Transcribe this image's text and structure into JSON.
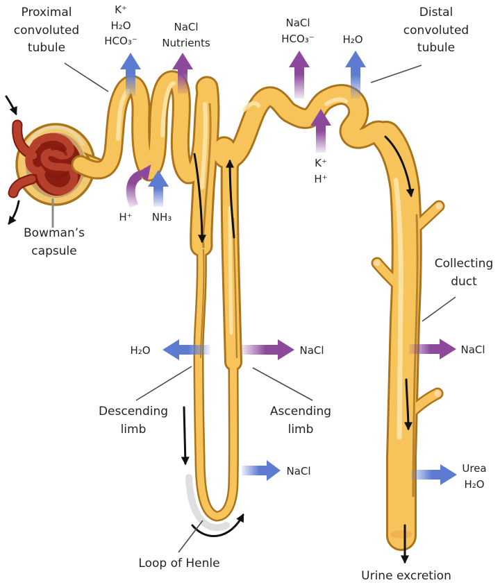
{
  "title": "Nephron diagram",
  "palette": {
    "tube_fill": "#f7c45c",
    "tube_outline": "#aa741c",
    "tube_highlight": "#fde7ae",
    "tube_shadow": "#8a5a12",
    "duct_tip": "#ffd9a1",
    "arrow_blue": "#5d7bd0",
    "arrow_purple": "#8d4a9c",
    "vessel_red": "#b5402c",
    "vessel_dark": "#7e180c",
    "glomerulus": "#8a1d10",
    "capsule_ring": "#f2c96f",
    "capsule_inner": "#c99f6a",
    "flow_arrow": "#111111",
    "label_color": "#232323",
    "leader_line": "#4a4a4a"
  },
  "labels": {
    "proximal_tubule": "Proximal\nconvoluted\ntubule",
    "proximal_reabsorb_blue": "K⁺\nH₂O\nHCO₃⁻",
    "proximal_reabsorb_purple": "NaCl\nNutrients",
    "distal_reabsorb_purple": "NaCl\nHCO₃⁻",
    "distal_reabsorb_blue": "H₂O",
    "distal_tubule": "Distal\nconvoluted\ntubule",
    "bowmans_capsule": "Bowman’s\ncapsule",
    "h_secretion": "H⁺",
    "nh3_secretion": "NH₃",
    "kh_secretion": "K⁺\nH⁺",
    "h2o_descending": "H₂O",
    "nacl_ascending": "NaCl",
    "descending_limb": "Descending\nlimb",
    "ascending_limb": "Ascending\nlimb",
    "collecting_duct": "Collecting\nduct",
    "nacl_collecting": "NaCl",
    "nacl_loop": "NaCl",
    "urea_h2o": "Urea\nH₂O",
    "loop_of_henle": "Loop of Henle",
    "urine_excretion": "Urine excretion"
  }
}
